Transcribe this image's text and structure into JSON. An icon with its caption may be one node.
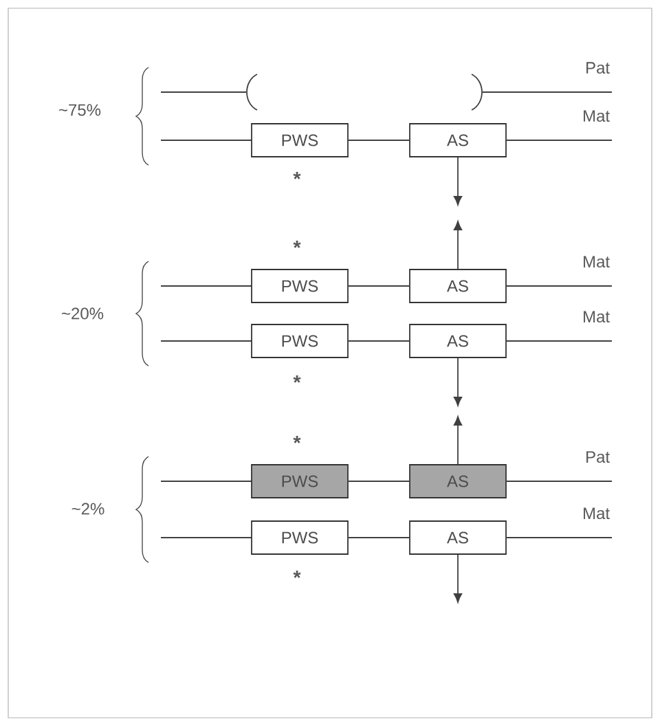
{
  "diagram": {
    "nodes": [
      {
        "text": [
          "PWS"
        ],
        "beside": [
          "*"
        ]
      },
      {
        "text": [
          "AS"
        ]
      },
      {
        "text": [
          "PWS"
        ],
        "beside": [
          "*"
        ]
      },
      {
        "text": [
          "AS"
        ]
      },
      {
        "text": [
          "PWS"
        ],
        "beside": [
          "*"
        ]
      },
      {
        "text": [
          "AS"
        ]
      },
      {
        "text": [
          "PWS"
        ],
        "beside": [
          "*"
        ]
      },
      {
        "text": [
          "AS"
        ]
      },
      {
        "text": [
          "PWS"
        ],
        "beside": [
          "*"
        ]
      },
      {
        "text": [
          "AS"
        ]
      },
      {
        "text": [
          "Mat"
        ]
      },
      {
        "text": [
          "Mat"
        ]
      },
      {
        "text": [
          "Mat"
        ]
      },
      {
        "text": [
          "Pat"
        ]
      },
      {
        "text": [
          "Mat"
        ]
      }
    ],
    "edges": [
      {
        "from": 0,
        "to": 1,
        "arrow": "none"
      },
      {
        "from": 2,
        "to": 3,
        "arrow": "none"
      },
      {
        "from": 4,
        "to": 5,
        "arrow": "none"
      },
      {
        "from": 6,
        "to": 7,
        "arrow": "none"
      },
      {
        "from": 8,
        "to": 9,
        "arrow": "none"
      },
      {
        "from": 1,
        "to": null,
        "arrow": "to"
      },
      {
        "from": 3,
        "to": null,
        "arrow": "to"
      },
      {
        "from": 5,
        "to": null,
        "arrow": "to"
      },
      {
        "from": 7,
        "to": null,
        "arrow": "to"
      },
      {
        "from": 9,
        "to": null,
        "arrow": "to"
      },
      {
        "from": 1,
        "to": 10,
        "arrow": "none"
      },
      {
        "from": 3,
        "to": 11,
        "arrow": "none"
      },
      {
        "from": 5,
        "to": 12,
        "arrow": "none"
      },
      {
        "from": 7,
        "to": 13,
        "arrow": "none"
      },
      {
        "from": 9,
        "to": 14,
        "arrow": "none"
      }
    ],
    "labels": [
      "Pat",
      "~75%",
      "~20%",
      "~2%"
    ]
  }
}
